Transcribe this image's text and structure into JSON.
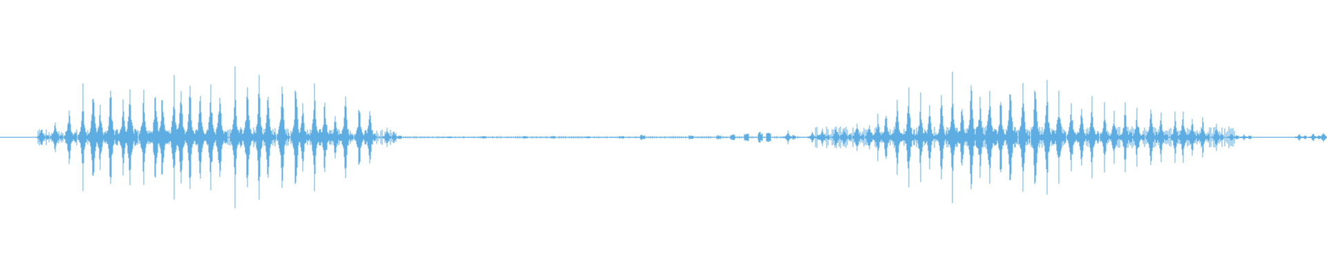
{
  "waveform": {
    "color": "#5dade2",
    "background": "#ffffff",
    "description_tag": "audio-waveform",
    "bursts": [
      {
        "group": 1,
        "center_fraction": 0.155,
        "amplitude_peak": 0.72
      },
      {
        "group": 2,
        "center_fraction": 0.735,
        "amplitude_peak": 0.76
      }
    ]
  }
}
